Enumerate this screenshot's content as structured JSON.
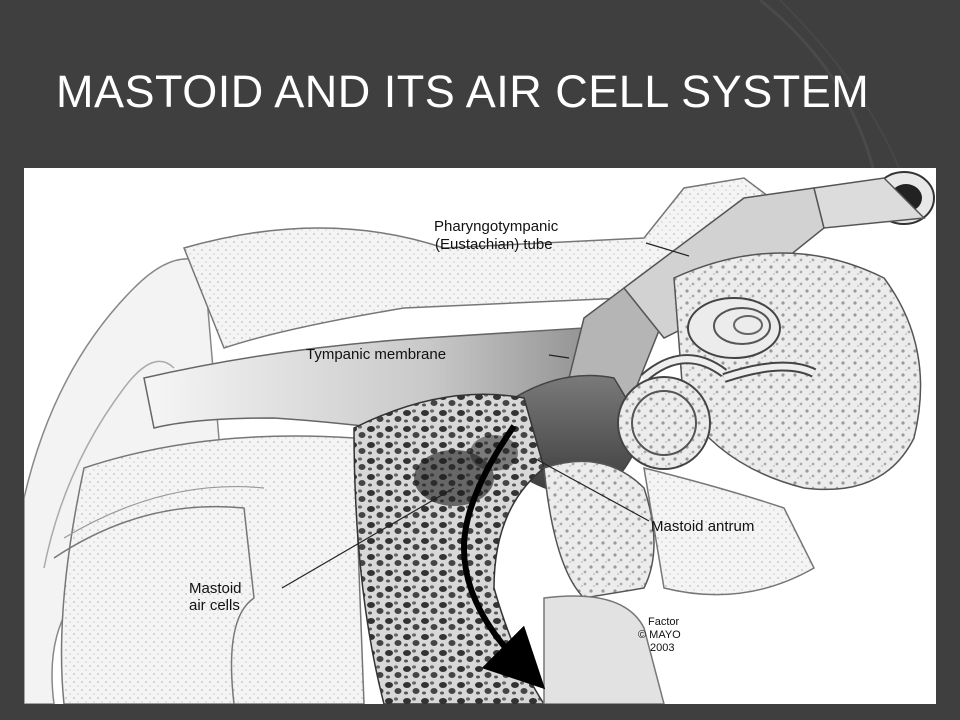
{
  "slide": {
    "title": "MASTOID AND ITS AIR CELL SYSTEM"
  },
  "diagram": {
    "labels": {
      "eustachian_line1": "Pharyngotympanic",
      "eustachian_line2": "(Eustachian) tube",
      "tympanic": "Tympanic membrane",
      "antrum": "Mastoid antrum",
      "air_cells_line1": "Mastoid",
      "air_cells_line2": "air cells"
    },
    "credit": {
      "line1": "Factor",
      "line2": "© MAYO",
      "line3": "2003"
    }
  },
  "colors": {
    "background": "#3f3f3f",
    "title": "#ffffff",
    "figure_bg": "#ffffff"
  }
}
